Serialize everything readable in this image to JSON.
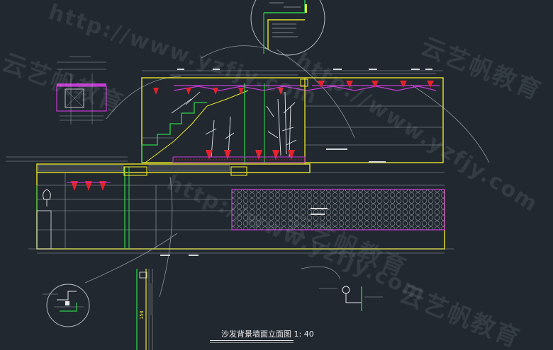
{
  "drawing": {
    "title": "沙发背景墙面立面图",
    "scale": "1: 40",
    "dimension_1": "150"
  },
  "watermarks": {
    "url_text": "http://www.yzfjy.com",
    "brand_text": "云艺帆教育"
  },
  "colors": {
    "background": "#212830",
    "yellow": "#e9e62b",
    "green": "#2fd14a",
    "magenta": "#c73ad6",
    "red": "#e5212b",
    "white": "#e8e8e8",
    "grey": "#9aa0a6",
    "cyan": "#37c8d8"
  }
}
